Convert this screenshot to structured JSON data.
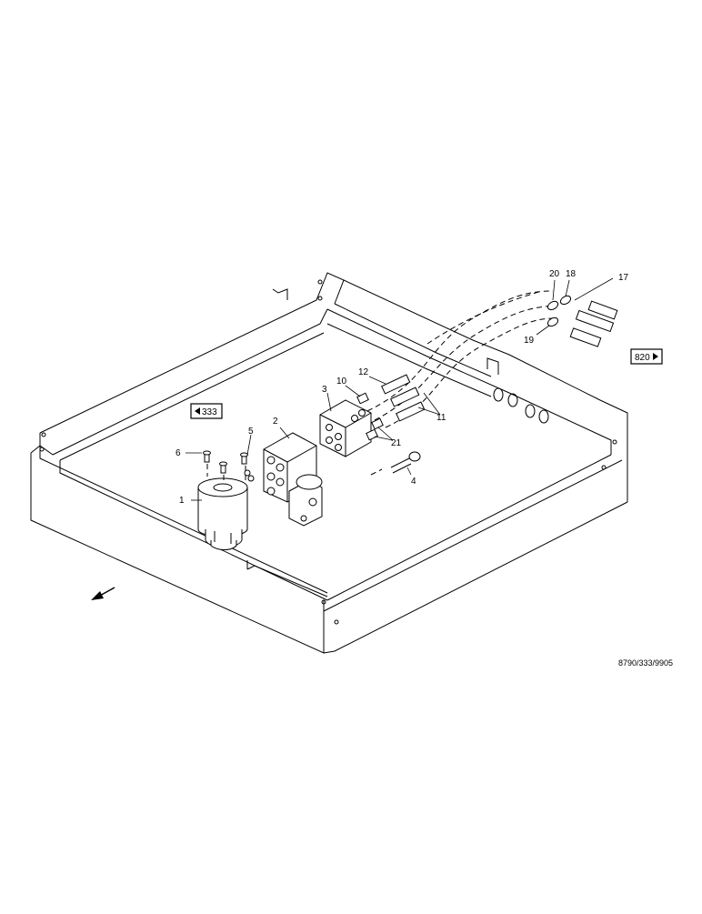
{
  "callouts": [
    {
      "id": "c1",
      "text": "1"
    },
    {
      "id": "c2",
      "text": "2"
    },
    {
      "id": "c3",
      "text": "3"
    },
    {
      "id": "c4",
      "text": "4"
    },
    {
      "id": "c5",
      "text": "5"
    },
    {
      "id": "c6",
      "text": "6"
    },
    {
      "id": "c10",
      "text": "10"
    },
    {
      "id": "c11",
      "text": "11"
    },
    {
      "id": "c12",
      "text": "12"
    },
    {
      "id": "c17",
      "text": "17"
    },
    {
      "id": "c18",
      "text": "18"
    },
    {
      "id": "c19",
      "text": "19"
    },
    {
      "id": "c20",
      "text": "20"
    },
    {
      "id": "c21",
      "text": "21"
    }
  ],
  "references": {
    "left": "333",
    "right": "820"
  },
  "drawing_code": "8790/333/9905",
  "icons": {
    "ref_left_arrow": "triangle-left-icon",
    "ref_right_arrow": "triangle-right-icon",
    "direction_arrow": "direction-arrow-icon"
  }
}
